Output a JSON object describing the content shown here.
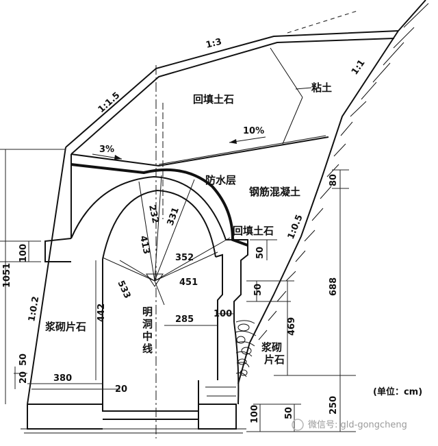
{
  "labels": {
    "backfill_top": "回填土石",
    "clay": "粘土",
    "waterproof": "防水层",
    "rc": "钢筋混凝土",
    "backfill_side": "回填土石",
    "masonry_left": "浆砌片石",
    "masonry_right_1": "浆砌",
    "masonry_right_2": "片石",
    "centerline": [
      "明",
      "洞",
      "中",
      "线"
    ]
  },
  "slopes": {
    "s1_1_5": "1:1.5",
    "s1_3": "1:3",
    "s1_1": "1:1",
    "s1_0_5": "1:0.5",
    "s1_0_2": "1:0.2",
    "p10": "10%",
    "p3": "3%"
  },
  "dims": {
    "d1051": "1051",
    "d100_left": "100",
    "d50_left": "50",
    "d20_left": "20",
    "d380": "380",
    "d20_mid": "20",
    "d442": "442",
    "d533": "533",
    "d413": "413",
    "d232": "232",
    "d331": "331",
    "d352": "352",
    "d451": "451",
    "d285": "285",
    "d100_right": "100",
    "d50_r1": "50",
    "d50_r2": "50",
    "d469": "469",
    "d80": "80",
    "d688": "688",
    "d250": "250",
    "d100_bottom": "100",
    "d50_bottom": "50"
  },
  "unit": "(单位：cm)",
  "watermark": "微信号: gld-gongcheng"
}
